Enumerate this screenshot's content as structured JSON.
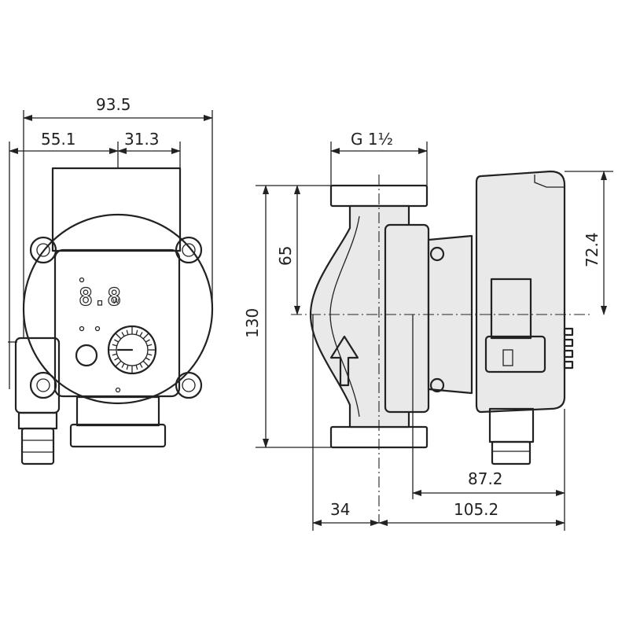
{
  "dimensions": {
    "front_total_width": "93.5",
    "front_left_offset": "55.1",
    "front_right_offset": "31.3",
    "thread_size": "G 1½",
    "overall_height": "130",
    "upper_half_height": "65",
    "head_height": "72.4",
    "motor_depth": "87.2",
    "left_depth": "34",
    "right_depth": "105.2"
  },
  "display": {
    "digits": "8.8",
    "unit": "W"
  },
  "colors": {
    "line": "#222222",
    "shade": "#e9e9e9",
    "background": "#ffffff"
  },
  "icons": [
    "arrow-up-icon",
    "control-dial-icon",
    "push-button-icon",
    "led-display-icon"
  ]
}
